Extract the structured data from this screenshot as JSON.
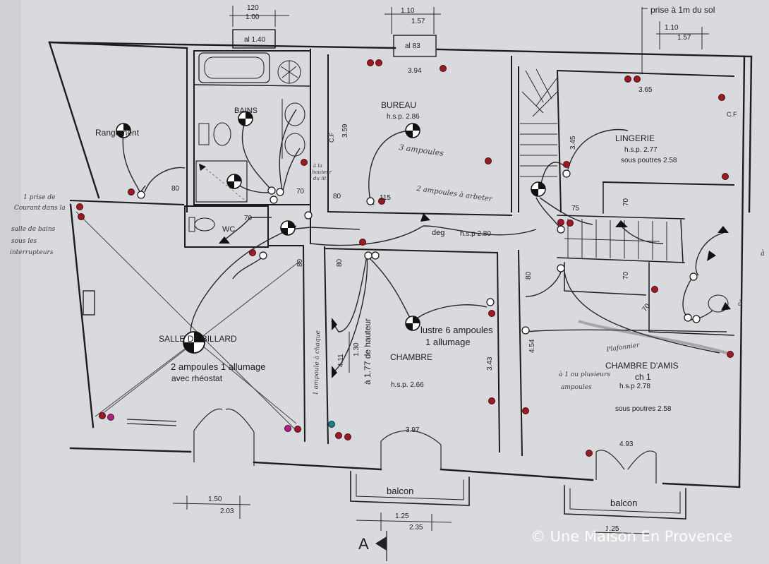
{
  "colors": {
    "paper": "#d9dadd",
    "ink": "#1c1c1c",
    "outlet": "#9b1b22",
    "outlet_alt": "#b0207e",
    "outlet_teal": "#1e7c8a",
    "watermark": "#ffffff"
  },
  "icons": [
    "light-point-icon",
    "switch-icon",
    "outlet-icon",
    "door-swing-icon",
    "bathtub-icon",
    "sink-icon",
    "toilet-icon",
    "bidet-icon",
    "staircase-icon"
  ],
  "dimensions": {
    "top_left": {
      "upper": "120",
      "lower": "1.00"
    },
    "top_mid": {
      "upper": "1.10",
      "lower": "1.57"
    },
    "top_right": {
      "upper": "1.10",
      "lower": "1.57"
    },
    "bottom_left": {
      "upper": "1.50",
      "lower": "2.03"
    },
    "bottom_mid": {
      "upper": "1.25",
      "lower": "2.35"
    },
    "bottom_right": {
      "upper": "1.25"
    }
  },
  "top_note": "prise à 1m du sol",
  "windows": {
    "bains": "al 1.40",
    "bureau": "al 83"
  },
  "rooms": {
    "rangement": "Rangement",
    "bains": "BAINS",
    "wc": "WC",
    "bureau": {
      "name": "BUREAU",
      "hsp": "h.s.p. 2.86",
      "width": "3.94",
      "height": "3.59",
      "note": "3 ampoules",
      "note2": "2 ampoules à arbeter"
    },
    "lingerie": {
      "name": "LINGERIE",
      "hsp": "h.s.p. 2.77",
      "sous_poutres": "sous poutres 2.58",
      "width": "3.65",
      "height": "3.45"
    },
    "degagement": {
      "name": "deg",
      "hsp": "h.s.p 2.80"
    },
    "salle_billard": {
      "name": "SALLE DE BILLARD",
      "lamp_note": "2 ampoules 1 allumage",
      "lamp_note2": "avec rhéostat"
    },
    "chambre": {
      "name": "CHAMBRE",
      "hsp": "h.s.p. 2.66",
      "lustre": "lustre 6 ampoules",
      "lustre2": "1 allumage",
      "width": "3.97",
      "height": "3.43",
      "height2": "4.11",
      "applique_h": "à 1.77 de hauteur",
      "applique_w": "1.30"
    },
    "chambre_amis": {
      "name": "CHAMBRE D'AMIS",
      "sub": "ch 1",
      "hsp": "h.s.p 2.78",
      "sous_poutres": "sous poutres 2.58",
      "width": "4.93",
      "height": "4.54"
    }
  },
  "small_dims": {
    "d80_a": "80",
    "d70_a": "70",
    "d70_wc": "70",
    "d80_b": "80",
    "d80_c": "80",
    "d80_d": "80",
    "d80_e": "80",
    "d75": "75",
    "d70_st": "70",
    "d70_st2": "70",
    "d70_diag": "70",
    "d115": "115",
    "cf_a": "C.F",
    "cf_b": "C.F"
  },
  "handwritten": {
    "left_note": [
      "1 prise de",
      "Courant dans la",
      "salle de bains",
      "sous les",
      "interrupteurs"
    ],
    "bains_note": [
      "à la",
      "hauteur",
      "du lit"
    ],
    "applique_left": "1 ampoule à chaque",
    "amis_note": [
      "Plafonnier",
      "à 1 ou plusieurs",
      "ampoules"
    ],
    "right_edge": [
      "à",
      "à"
    ]
  },
  "balconies": [
    "balcon",
    "balcon"
  ],
  "section_mark": "A",
  "watermark": "© Une Maison En Provence"
}
